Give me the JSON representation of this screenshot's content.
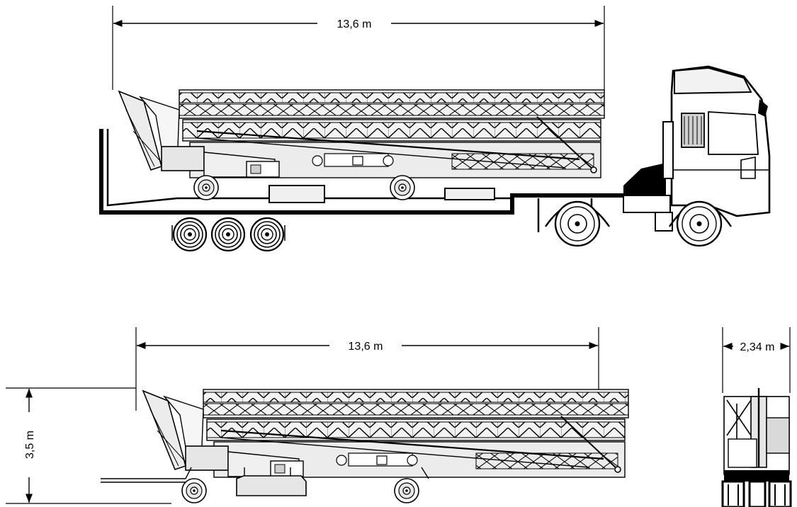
{
  "dimensions": {
    "transport_length": "13,6 m",
    "crane_length": "13,6 m",
    "crane_height": "3,5 m",
    "crane_width": "2,34 m"
  },
  "colors": {
    "line": "#000000",
    "fill_light": "#e6e6e6",
    "fill_mid": "#cfcfcf",
    "background": "#ffffff"
  }
}
